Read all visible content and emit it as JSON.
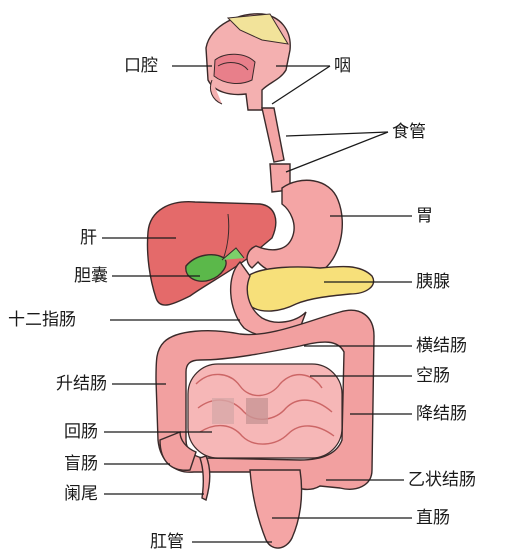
{
  "labels": {
    "mouth": "口腔",
    "pharynx": "咽",
    "esophagus": "食管",
    "stomach": "胃",
    "liver": "肝",
    "gallbladder": "胆囊",
    "pancreas": "胰腺",
    "duodenum": "十二指肠",
    "transverse_colon": "横结肠",
    "jejunum": "空肠",
    "ascending_colon": "升结肠",
    "descending_colon": "降结肠",
    "ileum": "回肠",
    "cecum": "盲肠",
    "sigmoid_colon": "乙状结肠",
    "appendix": "阑尾",
    "rectum": "直肠",
    "anus": "肛管"
  },
  "colors": {
    "flesh": "#f4a5a5",
    "flesh_dark": "#e98585",
    "liver": "#e46a6a",
    "gallbladder": "#5bb84a",
    "pancreas": "#f7e07a",
    "outline": "#3a2a2a"
  }
}
